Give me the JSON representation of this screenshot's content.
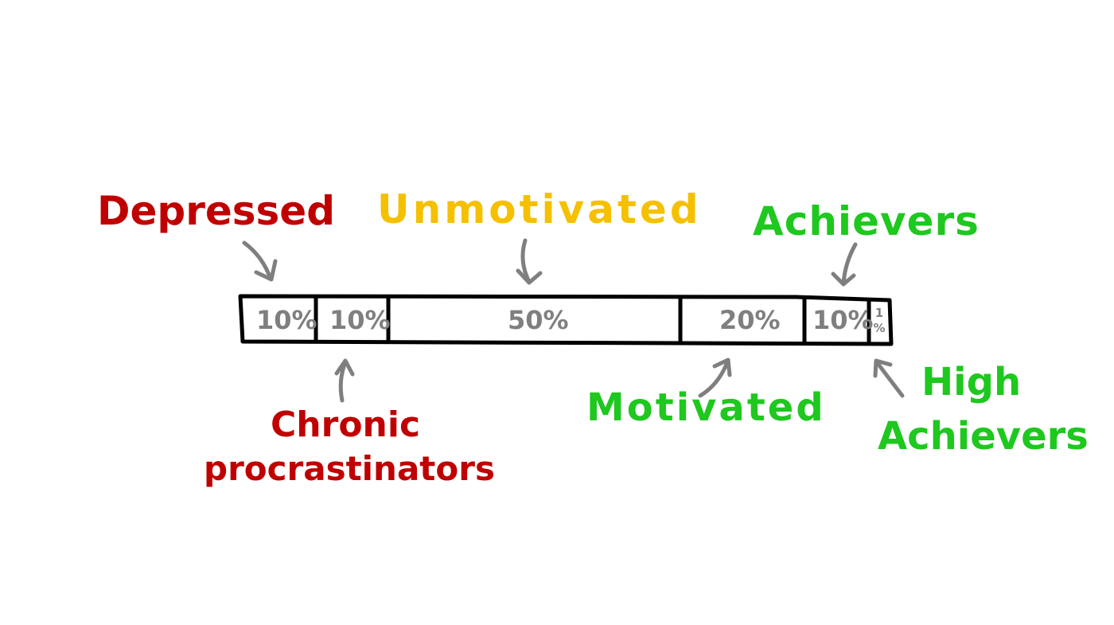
{
  "colors": {
    "red": "#c00000",
    "yellow": "#f5c000",
    "green": "#1ec81e",
    "gray": "#7f7f7f",
    "black": "#000000"
  },
  "labels": {
    "depressed": "Depressed",
    "unmotivated": "Unmotivated",
    "achievers": "Achievers",
    "chronic_line1": "Chronic",
    "chronic_line2": "procrastinators",
    "motivated": "Motivated",
    "high_line1": "High",
    "high_line2": "Achievers"
  },
  "segments": [
    {
      "value": 10,
      "label": "10%"
    },
    {
      "value": 10,
      "label": "10%"
    },
    {
      "value": 50,
      "label": "50%"
    },
    {
      "value": 20,
      "label": "20%"
    },
    {
      "value": 10,
      "label": "10%"
    },
    {
      "value": 1,
      "label": "%",
      "label_top": "1"
    }
  ]
}
